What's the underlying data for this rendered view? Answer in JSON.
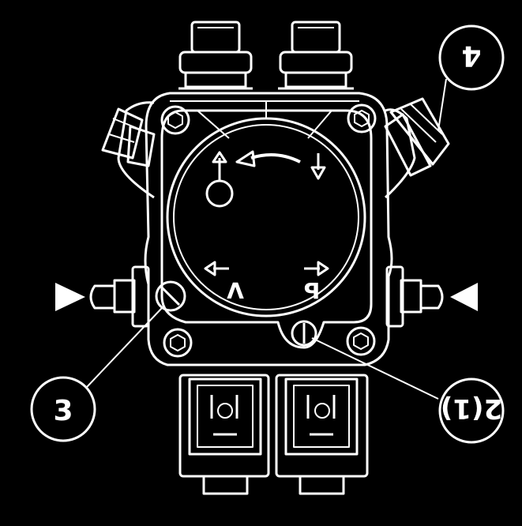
{
  "colors": {
    "background": "#000000",
    "line": "#ffffff"
  },
  "callouts": {
    "c3": "3",
    "c4": "4",
    "c2": "2(1)"
  },
  "port_marks": {
    "v": "V",
    "p": "P"
  },
  "icons": {
    "left_arrow": "triangle-right-icon",
    "right_arrow": "triangle-left-icon",
    "rotation": "curved-arrow-icon"
  }
}
